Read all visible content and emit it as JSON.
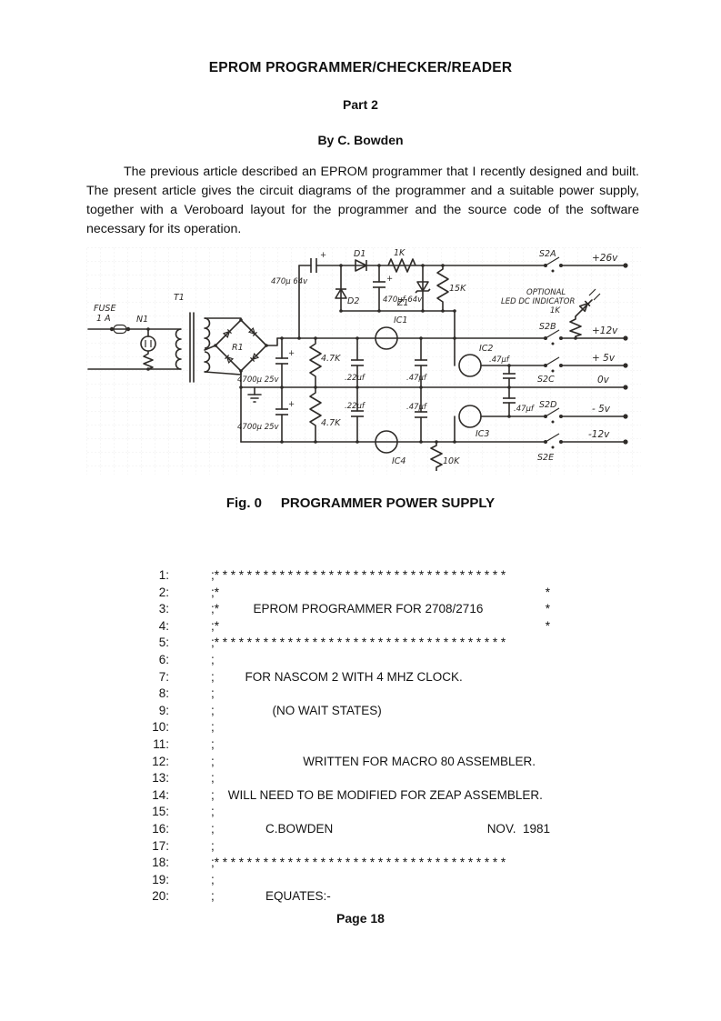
{
  "doc": {
    "title": "EPROM PROGRAMMER/CHECKER/READER",
    "part": "Part 2",
    "byline": "By C. Bowden",
    "intro": "The previous article described an EPROM programmer that I recently designed and built. The present article gives the circuit diagrams of the programmer and a suitable power supply, together with a Veroboard layout for the programmer and the source code of the software necessary for its operation.",
    "figure_caption": "Fig. 0     PROGRAMMER POWER SUPPLY",
    "page_number": "Page 18"
  },
  "schematic": {
    "description": "Hand-drawn power supply schematic for the EPROM programmer",
    "labels": {
      "fuse": "FUSE",
      "fuse_rating": "1 A",
      "neon": "N1",
      "transformer": "T1",
      "bridge": "R1",
      "cap_doubler": "470µ 64v",
      "d1": "D1",
      "d2": "D2",
      "r_1k": "1K",
      "cap_filter": "470µf 64v",
      "zener": "Z1",
      "r_15k": "15K",
      "s2a": "S2A",
      "rail_26v": "+26v",
      "opt_line1": "OPTIONAL",
      "opt_line2": "LED DC INDICATOR",
      "opt_line3": "1K",
      "s2b": "S2B",
      "rail_12v": "+12v",
      "ic1": "IC1",
      "ic2": "IC2",
      "ic3": "IC3",
      "ic4": "IC4",
      "cap_4700_pos": "4700µ 25v",
      "cap_4700_neg": "4700µ 25v",
      "r_47k_pos": "4.7K",
      "r_47k_neg": "4.7K",
      "cap_22_pos": ".22µf",
      "cap_22_neg": ".22µf",
      "cap_47_a": ".47µf",
      "cap_47_b": ".47µf",
      "cap_47_c": ".47µf",
      "cap_47_d": ".47µf",
      "r_10k": "10K",
      "rail_5v": "+ 5v",
      "s2c": "S2C",
      "rail_0v": "0v",
      "rail_m5v": "- 5v",
      "s2d": "S2D",
      "rail_m12v": "-12v",
      "s2e": "S2E",
      "plus": "+"
    }
  },
  "listing": {
    "lines": [
      {
        "no": "1:",
        "text": ";* * * * * * * * * * * * * * * * * * * * * * * * * * * * * * * * * * * *"
      },
      {
        "no": "2:",
        "text": ";*",
        "right": "*"
      },
      {
        "no": "3:",
        "text": ";*          EPROM PROGRAMMER FOR 2708/2716",
        "right": "*"
      },
      {
        "no": "4:",
        "text": ";*",
        "right": "*"
      },
      {
        "no": "5:",
        "text": ";* * * * * * * * * * * * * * * * * * * * * * * * * * * * * * * * * * * *"
      },
      {
        "no": "6:",
        "text": ";"
      },
      {
        "no": "7:",
        "text": ";         FOR NASCOM 2 WITH 4 MHZ CLOCK."
      },
      {
        "no": "8:",
        "text": ";"
      },
      {
        "no": "9:",
        "text": ";                 (NO WAIT STATES)"
      },
      {
        "no": "10:",
        "text": ";"
      },
      {
        "no": "11:",
        "text": ";"
      },
      {
        "no": "12:",
        "text": ";                          WRITTEN FOR MACRO 80 ASSEMBLER."
      },
      {
        "no": "13:",
        "text": ";"
      },
      {
        "no": "14:",
        "text": ";    WILL NEED TO BE MODIFIED FOR ZEAP ASSEMBLER."
      },
      {
        "no": "15:",
        "text": ";"
      },
      {
        "no": "16:",
        "text": ";               C.BOWDEN",
        "right": "NOV.  1981"
      },
      {
        "no": "17:",
        "text": ";"
      },
      {
        "no": "18:",
        "text": ";* * * * * * * * * * * * * * * * * * * * * * * * * * * * * * * * * * * *"
      },
      {
        "no": "19:",
        "text": ";"
      },
      {
        "no": "20:",
        "text": ";               EQUATES:-"
      }
    ]
  }
}
